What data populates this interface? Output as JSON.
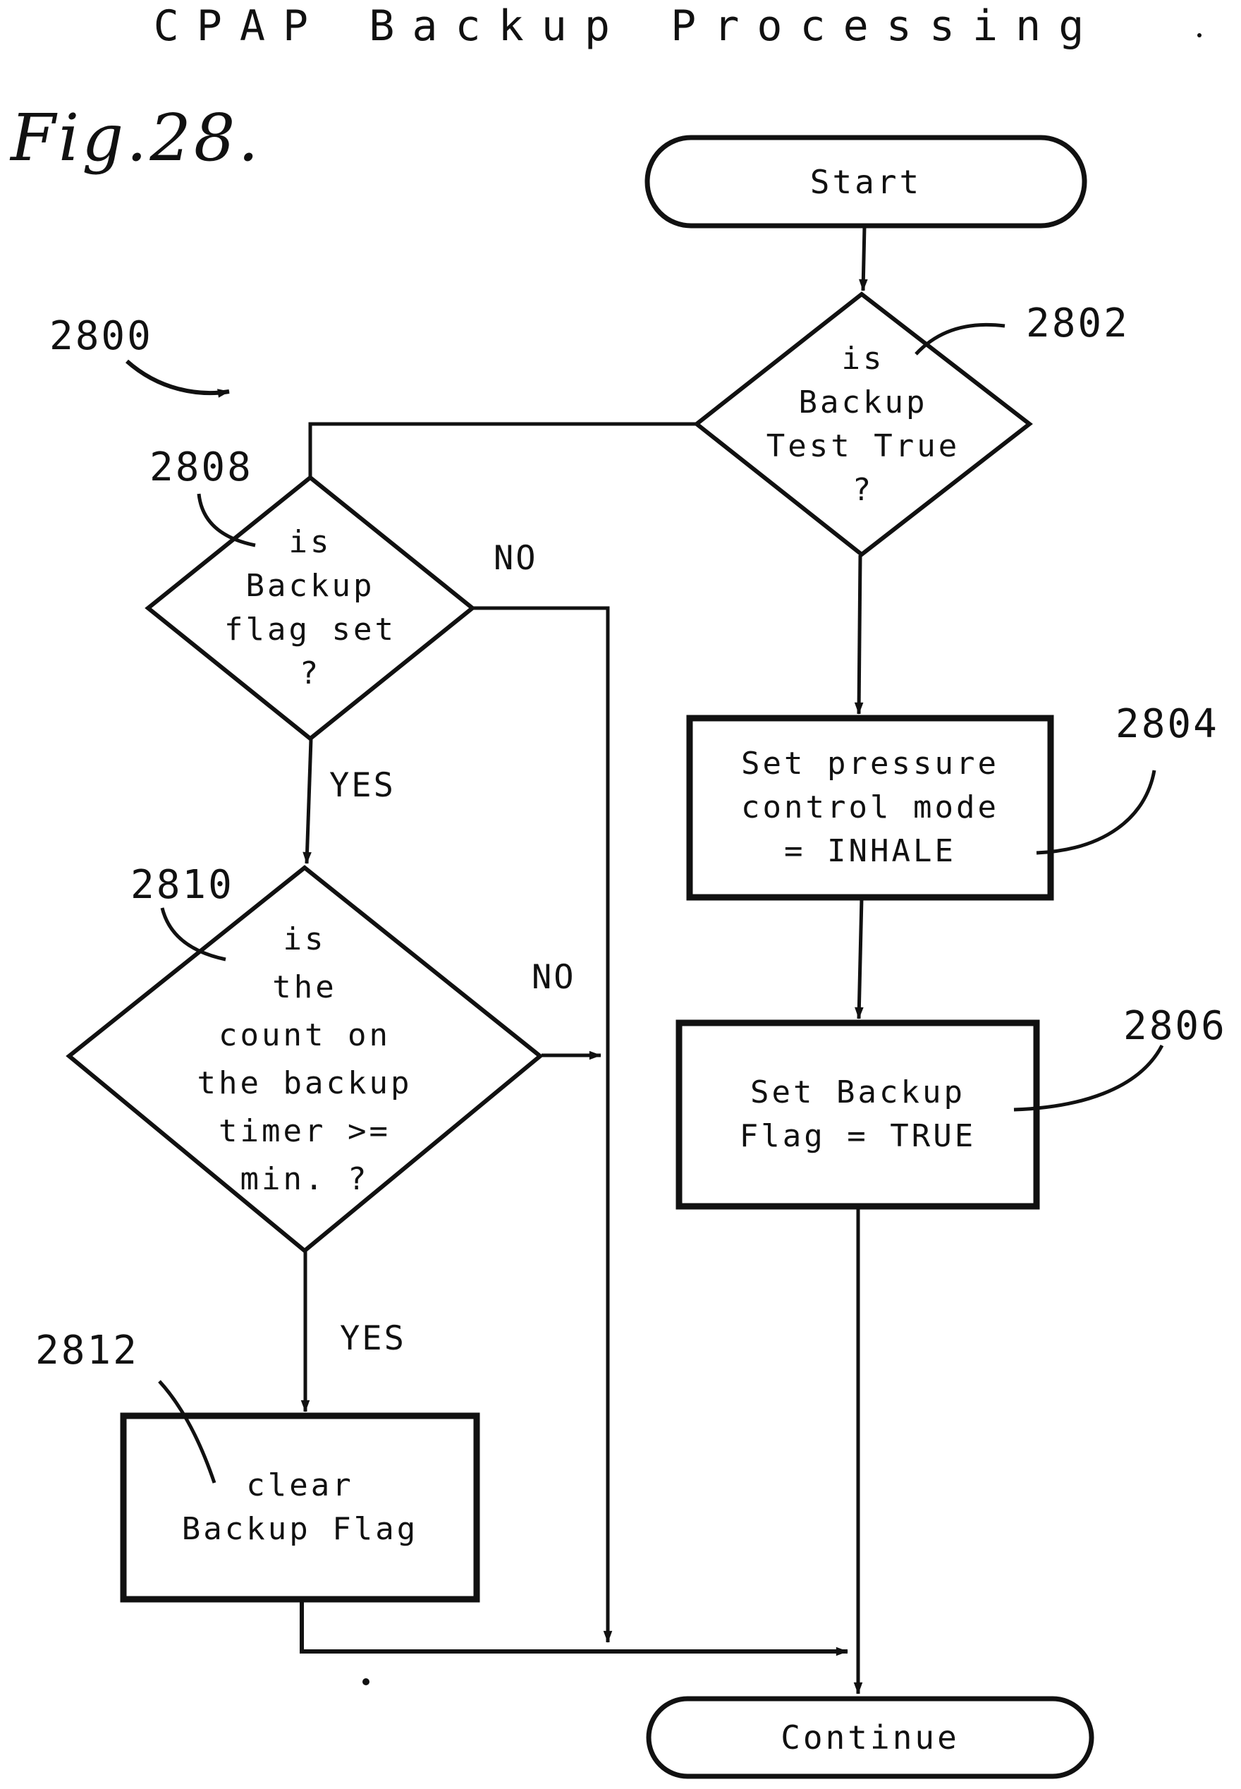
{
  "figure": {
    "fig_label": "Fig.28.",
    "title": "CPAP Backup Processing",
    "diagram_ref": "2800"
  },
  "nodes": {
    "start": {
      "label": "Start"
    },
    "d2802": {
      "ref": "2802",
      "label": "is\nBackup\nTest True\n?"
    },
    "p2804": {
      "ref": "2804",
      "label": "Set pressure\ncontrol mode\n= INHALE"
    },
    "p2806": {
      "ref": "2806",
      "label": "Set Backup\nFlag = TRUE"
    },
    "d2808": {
      "ref": "2808",
      "label": "is\nBackup\nflag set\n?"
    },
    "d2810": {
      "ref": "2810",
      "label": "is\nthe\ncount on\nthe backup\ntimer >=\nmin. ?"
    },
    "p2812": {
      "ref": "2812",
      "label": "clear\nBackup Flag"
    },
    "continue": {
      "label": "Continue"
    }
  },
  "edges": {
    "d2808_no": "NO",
    "d2808_yes": "YES",
    "d2810_no": "NO",
    "d2810_yes": "YES"
  },
  "colors": {
    "ink": "#111111",
    "paper": "#ffffff"
  }
}
